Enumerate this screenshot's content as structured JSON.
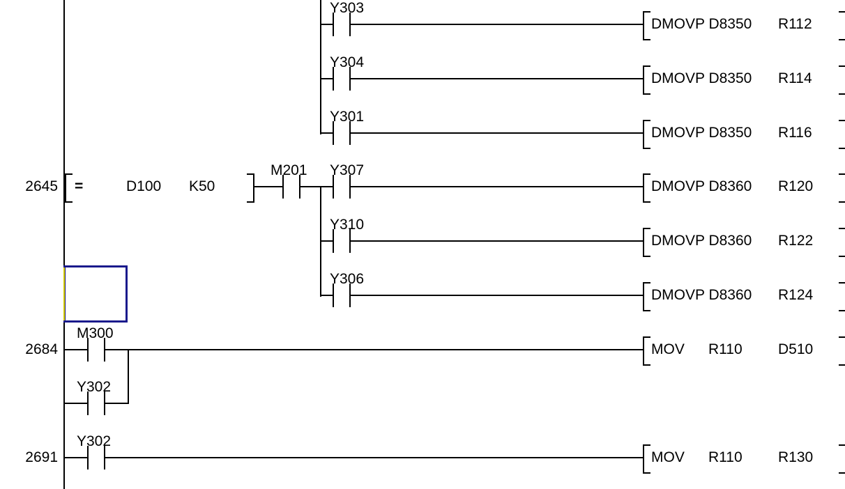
{
  "editor": {
    "title": "Ladder Logic Program View",
    "background_color": "#ffffff",
    "line_color": "#000000",
    "cursor_color": "#1a1a8c",
    "cursor_edge_color": "#d8d000"
  },
  "rungs": [
    {
      "step": "",
      "contacts": [
        {
          "label": "Y303"
        }
      ],
      "instruction": {
        "opcode": "DMOVP",
        "operand1": "D8350",
        "operand2": "R112"
      }
    },
    {
      "step": "",
      "contacts": [
        {
          "label": "Y304"
        }
      ],
      "instruction": {
        "opcode": "DMOVP",
        "operand1": "D8350",
        "operand2": "R114"
      }
    },
    {
      "step": "",
      "contacts": [
        {
          "label": "Y301"
        }
      ],
      "instruction": {
        "opcode": "DMOVP",
        "operand1": "D8350",
        "operand2": "R116"
      }
    },
    {
      "step": "2645",
      "compare": {
        "operator": "=",
        "operand1": "D100",
        "operand2": "K50"
      },
      "contacts": [
        {
          "label": "M201"
        },
        {
          "label": "Y307"
        }
      ],
      "instruction": {
        "opcode": "DMOVP",
        "operand1": "D8360",
        "operand2": "R120"
      }
    },
    {
      "step": "",
      "contacts": [
        {
          "label": "Y310"
        }
      ],
      "instruction": {
        "opcode": "DMOVP",
        "operand1": "D8360",
        "operand2": "R122"
      }
    },
    {
      "step": "",
      "contacts": [
        {
          "label": "Y306"
        }
      ],
      "instruction": {
        "opcode": "DMOVP",
        "operand1": "D8360",
        "operand2": "R124"
      }
    },
    {
      "step": "2684",
      "contacts": [
        {
          "label": "M300"
        }
      ],
      "branch_contacts": [
        {
          "label": "Y302"
        }
      ],
      "instruction": {
        "opcode": "MOV",
        "operand1": "R110",
        "operand2": "D510"
      }
    },
    {
      "step": "2691",
      "contacts": [
        {
          "label": "Y302"
        }
      ],
      "instruction": {
        "opcode": "MOV",
        "operand1": "R110",
        "operand2": "R130"
      }
    }
  ],
  "labels": {
    "y303": "Y303",
    "y304": "Y304",
    "y301": "Y301",
    "m201": "M201",
    "y307": "Y307",
    "y310": "Y310",
    "y306": "Y306",
    "m300": "M300",
    "y302_branch": "Y302",
    "y302_rung": "Y302"
  },
  "steps": {
    "s2645": "2645",
    "s2684": "2684",
    "s2691": "2691"
  },
  "instructions": {
    "i1": {
      "op": "DMOVP D8350",
      "dest": "R112"
    },
    "i2": {
      "op": "DMOVP D8350",
      "dest": "R114"
    },
    "i3": {
      "op": "DMOVP D8350",
      "dest": "R116"
    },
    "i4": {
      "op": "DMOVP D8360",
      "dest": "R120"
    },
    "i5": {
      "op": "DMOVP D8360",
      "dest": "R122"
    },
    "i6": {
      "op": "DMOVP D8360",
      "dest": "R124"
    },
    "i7": {
      "op": "MOV",
      "src": "R110",
      "dest": "D510"
    },
    "i8": {
      "op": "MOV",
      "src": "R110",
      "dest": "R130"
    }
  },
  "compare_block": {
    "operator": "=",
    "operand1": "D100",
    "operand2": "K50"
  }
}
